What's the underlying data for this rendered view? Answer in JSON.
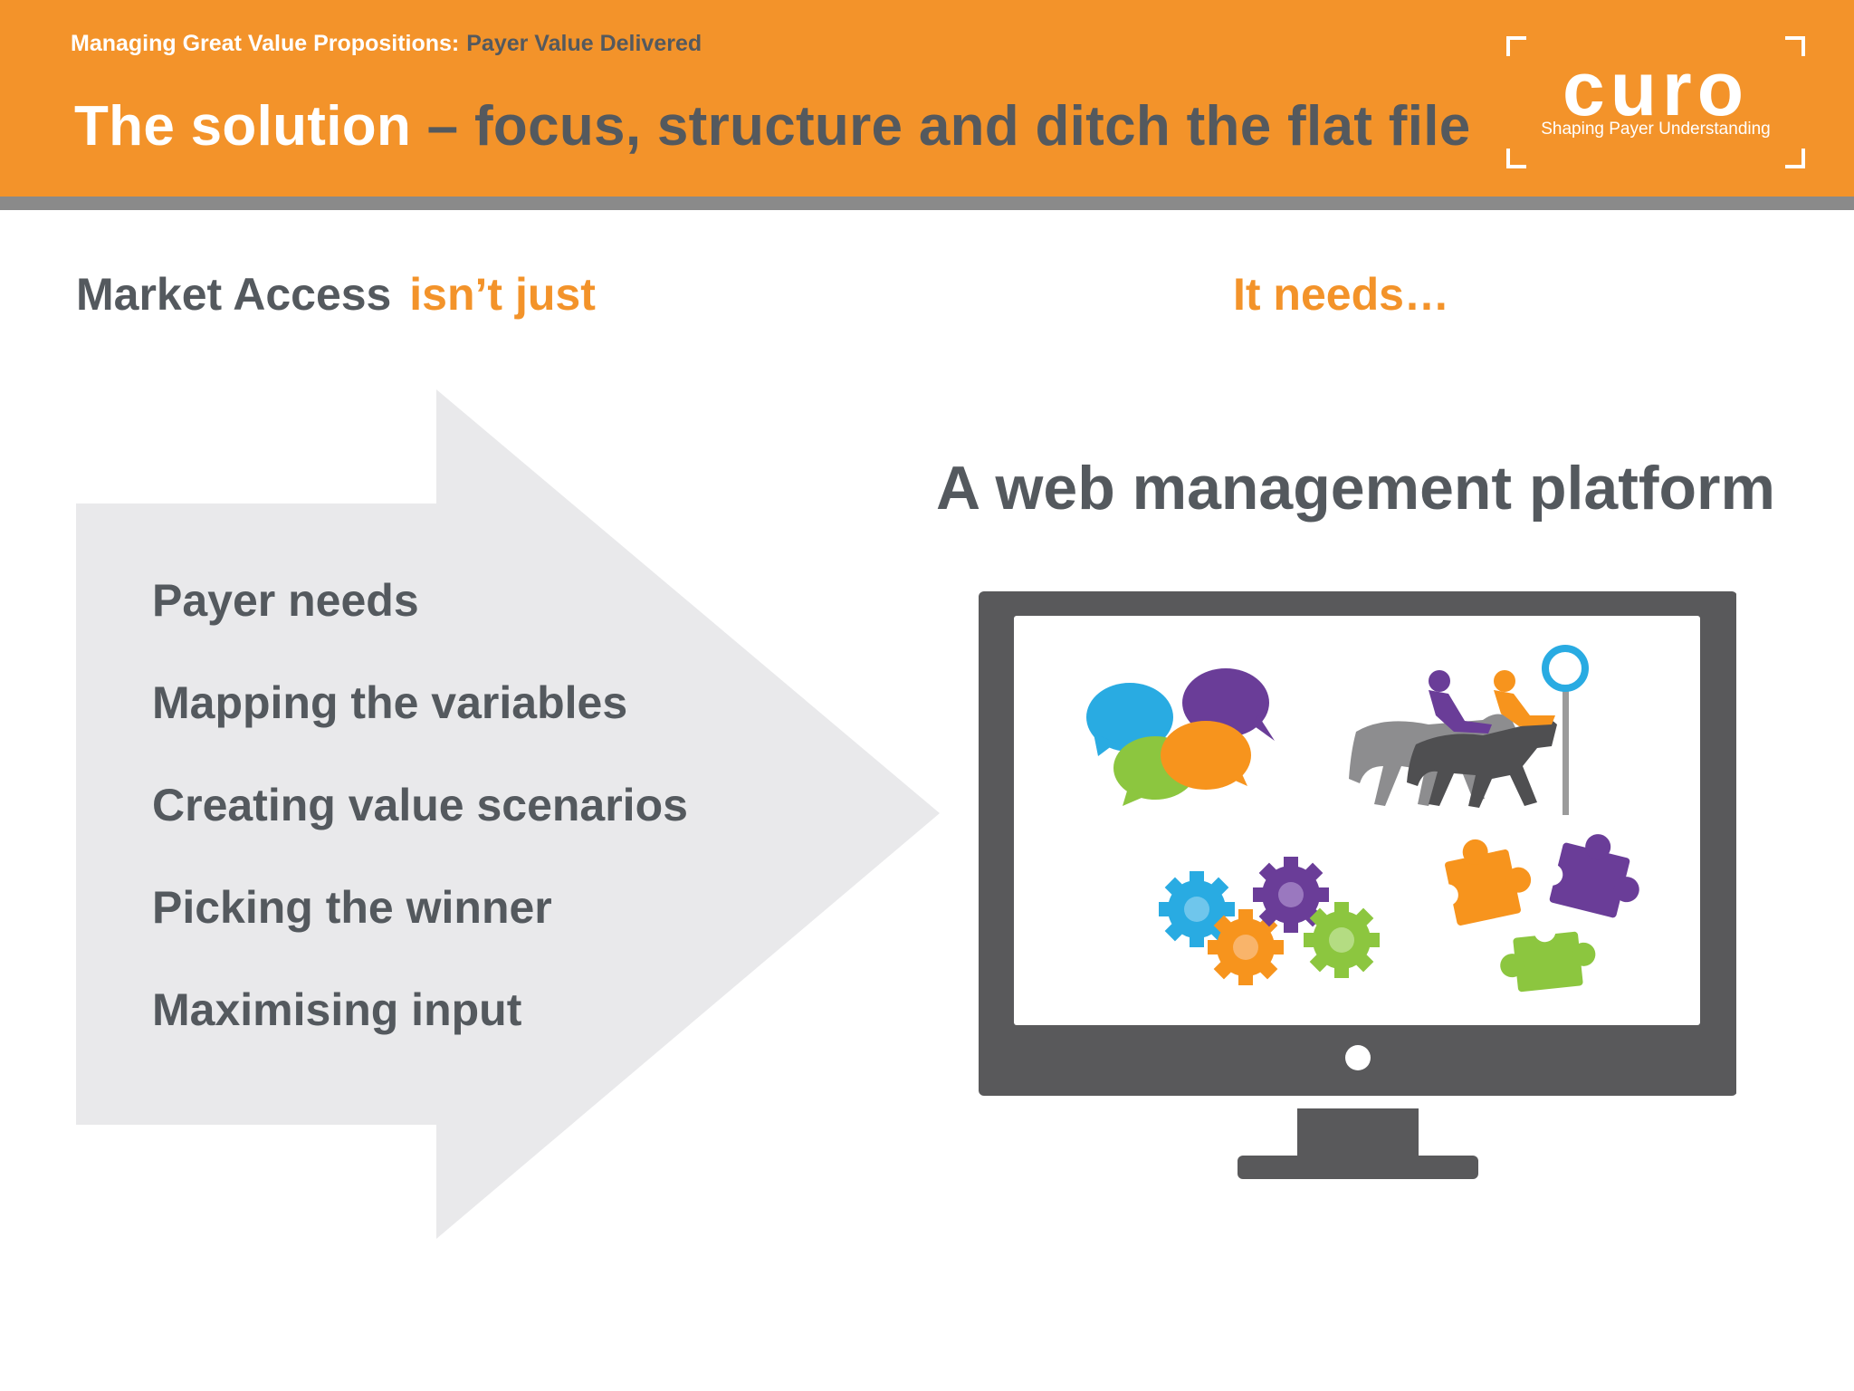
{
  "header": {
    "kicker": "Managing Great Value Propositions:",
    "kicker_sub": "Payer Value Delivered",
    "title_lead": "The solution",
    "title_rest": "– focus, structure and ditch the flat file"
  },
  "logo": {
    "word": "curo",
    "tagline": "Shaping Payer Understanding"
  },
  "left": {
    "heading": "Market Access",
    "heading_highlight": "isn’t just",
    "items": [
      "Payer needs",
      "Mapping the variables",
      "Creating value scenarios",
      "Picking the winner",
      "Maximising input"
    ]
  },
  "right": {
    "heading": "It needs…",
    "platform_title": "A web management platform"
  },
  "icons": [
    "speech-bubbles-icon",
    "horse-race-icon",
    "gears-icon",
    "puzzle-pieces-icon",
    "monitor-icon"
  ],
  "colors": {
    "brand_orange": "#f3932a",
    "text_gray": "#54595e",
    "rule_gray": "#8a8a8a",
    "arrow_fill": "#e9e9eb",
    "monitor": "#59595b",
    "blue": "#29abe2",
    "purple": "#6a3d98",
    "green": "#8cc63f",
    "orange": "#f7941d"
  }
}
